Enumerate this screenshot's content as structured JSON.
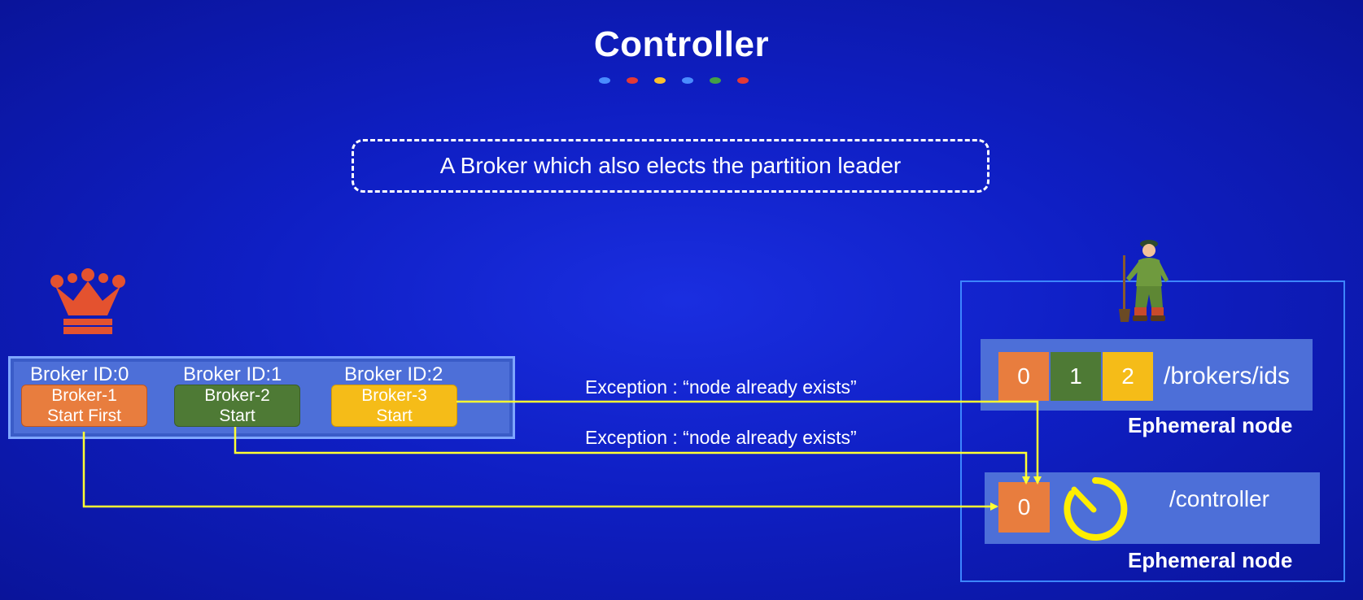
{
  "title": "Controller",
  "subtitle": "A Broker which also elects the partition leader",
  "title_dots": [
    "#4a8cff",
    "#e53935",
    "#fbc02d",
    "#4a8cff",
    "#43a047",
    "#e53935"
  ],
  "brokers": [
    {
      "id_label": "Broker ID:0",
      "name": "Broker-1",
      "status": "Start First",
      "color": "#e87d3e"
    },
    {
      "id_label": "Broker ID:1",
      "name": "Broker-2",
      "status": "Start",
      "color": "#4e7a35"
    },
    {
      "id_label": "Broker ID:2",
      "name": "Broker-3",
      "status": "Start",
      "color": "#f5bc18"
    }
  ],
  "zookeeper": {
    "broker_ids": {
      "cells": [
        {
          "value": "0",
          "color": "#e87d3e"
        },
        {
          "value": "1",
          "color": "#4e7a35"
        },
        {
          "value": "2",
          "color": "#f5bc18"
        }
      ],
      "path": "/brokers/ids",
      "node_type": "Ephemeral node"
    },
    "controller": {
      "value": "0",
      "path": "/controller",
      "node_type": "Ephemeral node"
    }
  },
  "exceptions": [
    "Exception : “node already exists”",
    "Exception : “node already exists”"
  ],
  "colors": {
    "wire": "#ffff33",
    "crown": "#e4522f",
    "timer": "#ffee00"
  },
  "icons": [
    "crown-icon",
    "zookeeper-worker-icon",
    "timer-icon"
  ]
}
